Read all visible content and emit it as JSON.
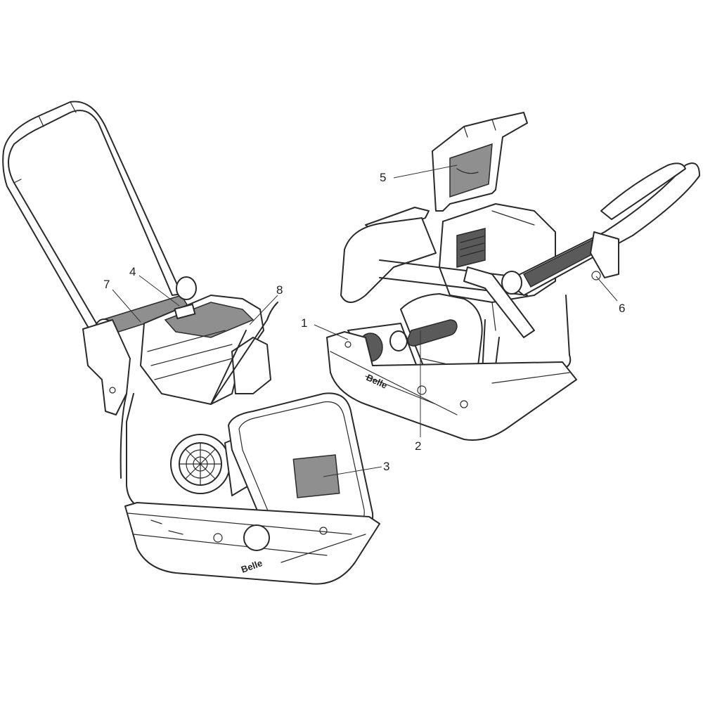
{
  "callouts": [
    {
      "label": "1"
    },
    {
      "label": "2"
    },
    {
      "label": "3"
    },
    {
      "label": "4"
    },
    {
      "label": "5"
    },
    {
      "label": "6"
    },
    {
      "label": "7"
    },
    {
      "label": "8"
    }
  ],
  "brand_text": "Belle"
}
